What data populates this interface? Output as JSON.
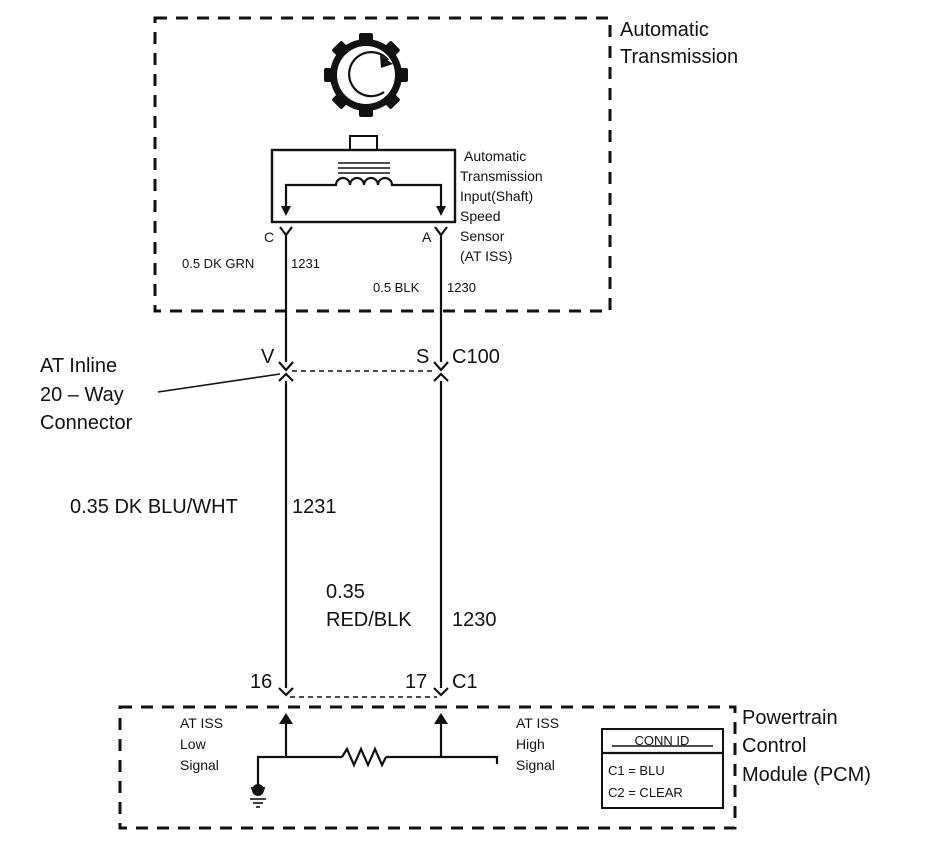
{
  "transmission": {
    "title_line1": "Automatic",
    "title_line2": "Transmission"
  },
  "sensor": {
    "label_lines": [
      "Automatic",
      "Transmission",
      "Input(Shaft)",
      "Speed",
      "Sensor",
      "(AT ISS)"
    ],
    "pin_c": "C",
    "pin_a": "A"
  },
  "wires_upper": {
    "left": {
      "label": "0.5 DK GRN",
      "circuit": "1231"
    },
    "right": {
      "label": "0.5 BLK",
      "circuit": "1230"
    }
  },
  "inline_connector": {
    "label_lines": [
      "AT Inline",
      "20 – Way",
      "Connector"
    ],
    "pin_left": "V",
    "pin_right": "S",
    "connector_id": "C100"
  },
  "wires_lower": {
    "left": {
      "label": "0.35 DK BLU/WHT",
      "circuit": "1231"
    },
    "right": {
      "label_line1": "0.35",
      "label_line2": "RED/BLK",
      "circuit": "1230"
    }
  },
  "pcm_connector": {
    "pin_left": "16",
    "pin_right": "17",
    "connector_id": "C1"
  },
  "pcm": {
    "title_lines": [
      "Powertrain",
      "Control",
      "Module (PCM)"
    ],
    "low_signal_lines": [
      "AT ISS",
      "Low",
      "Signal"
    ],
    "high_signal_lines": [
      "AT ISS",
      "High",
      "Signal"
    ],
    "conn_id": {
      "header": "CONN ID",
      "rows": [
        "C1 = BLU",
        "C2 = CLEAR"
      ]
    }
  },
  "icons": [
    "gear-icon",
    "rotation-arrow-icon",
    "coil-icon",
    "resistor-icon",
    "ground-icon",
    "connector-pin-icon"
  ]
}
